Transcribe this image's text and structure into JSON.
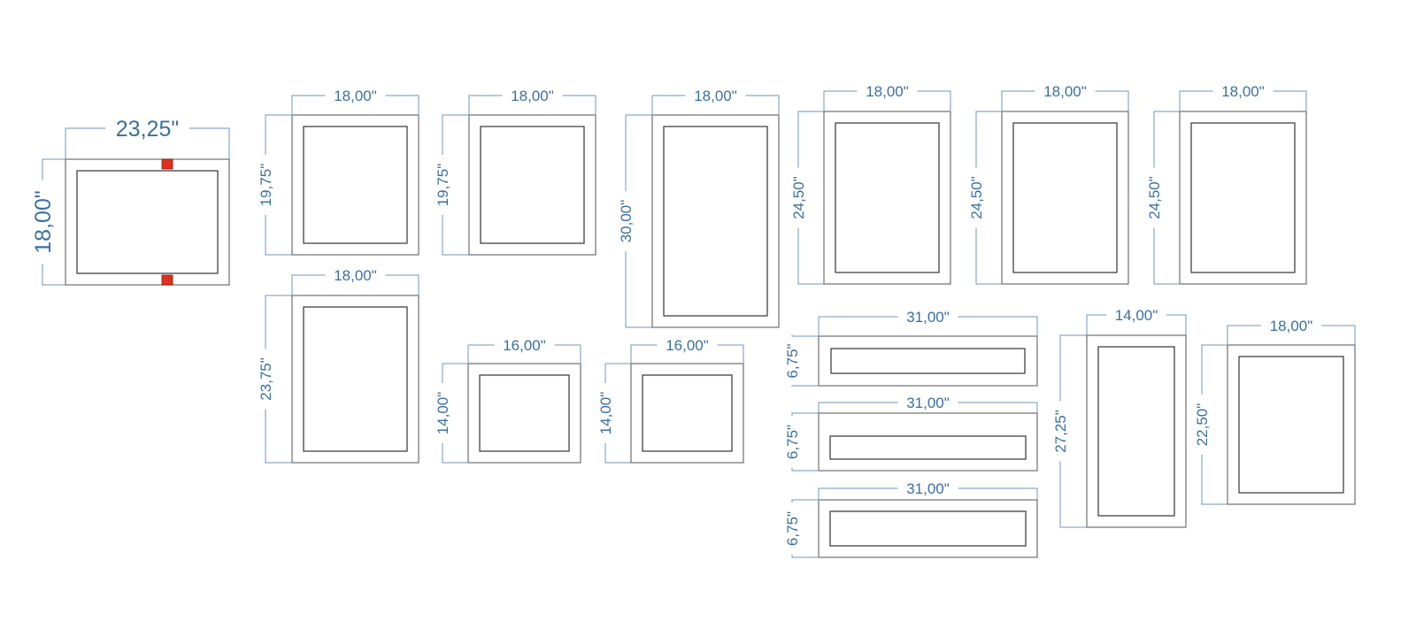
{
  "colors": {
    "dimension": "#3a6fa3",
    "marker": "#e0301e",
    "frame": "#7a7a7a"
  },
  "frames": [
    {
      "id": "frame-1",
      "width_label": "23,25\"",
      "height_label": "18,00\"",
      "has_markers": true
    },
    {
      "id": "frame-2",
      "width_label": "18,00\"",
      "height_label": "19,75\""
    },
    {
      "id": "frame-3",
      "width_label": "18,00\"",
      "height_label": "19,75\""
    },
    {
      "id": "frame-4",
      "width_label": "18,00\"",
      "height_label": "30,00\""
    },
    {
      "id": "frame-5",
      "width_label": "18,00\"",
      "height_label": "24,50\""
    },
    {
      "id": "frame-6",
      "width_label": "18,00\"",
      "height_label": "24,50\""
    },
    {
      "id": "frame-7",
      "width_label": "18,00\"",
      "height_label": "24,50\""
    },
    {
      "id": "frame-8",
      "width_label": "18,00\"",
      "height_label": "23,75\""
    },
    {
      "id": "frame-9",
      "width_label": "16,00\"",
      "height_label": "14,00\""
    },
    {
      "id": "frame-10",
      "width_label": "16,00\"",
      "height_label": "14,00\""
    },
    {
      "id": "frame-11",
      "width_label": "31,00\"",
      "height_label": "6,75\""
    },
    {
      "id": "frame-12",
      "width_label": "31,00\"",
      "height_label": "6,75\""
    },
    {
      "id": "frame-13",
      "width_label": "31,00\"",
      "height_label": "6,75\""
    },
    {
      "id": "frame-14",
      "width_label": "14,00\"",
      "height_label": "27,25\""
    },
    {
      "id": "frame-15",
      "width_label": "18,00\"",
      "height_label": "22,50\""
    }
  ]
}
